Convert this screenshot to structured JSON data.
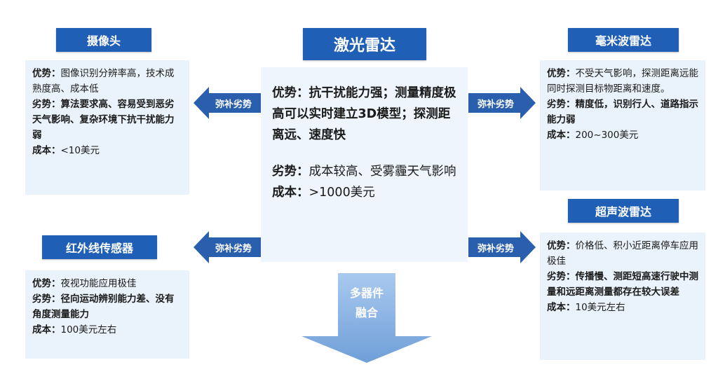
{
  "center": {
    "title": "激光雷达",
    "adv_label": "优势：",
    "adv_text": "抗干扰能力强；测量精度极高可以实时建立3D模型；探测距离远、速度快",
    "dis_label": "劣势：",
    "dis_text": "成本较高、受雾霾天气影响",
    "cost_label": "成本：",
    "cost_text": ">1000美元"
  },
  "camera": {
    "title": "摄像头",
    "adv_label": "优势：",
    "adv_text": "图像识别分辨率高，技术成熟度高、成本低",
    "dis_label": "劣势：",
    "dis_text": "算法要求高、容易受到恶劣天气影响、复杂环境下抗干扰能力弱",
    "cost_label": "成本：",
    "cost_text": "<10美元"
  },
  "infrared": {
    "title": "红外线传感器",
    "adv_label": "优势：",
    "adv_text": "夜视功能应用极佳",
    "dis_label": "劣势：",
    "dis_text": "径向运动辨别能力差、没有角度测量能力",
    "cost_label": "成本：",
    "cost_text": "100美元左右"
  },
  "mmwave": {
    "title": "毫米波雷达",
    "adv_label": "优势：",
    "adv_text": "不受天气影响，探测距离远能同时探测目标物距离和速度。",
    "dis_label": "劣势：",
    "dis_text": "精度低，识别行人、道路指示能力弱",
    "cost_label": "成本：",
    "cost_text": "200~300美元"
  },
  "ultrasonic": {
    "title": "超声波雷达",
    "adv_label": "优势：",
    "adv_text": "价格低、积小近距离停车应用极佳",
    "dis_label": "劣势：",
    "dis_text": "传播慢、测距短高速行驶中测量和远距离测量都存在较大误差",
    "cost_label": "成本：",
    "cost_text": "10美元左右"
  },
  "arrows": {
    "top_left": "弥补劣势",
    "top_right": "弥补劣势",
    "bottom_left": "弥补劣势",
    "bottom_right": "弥补劣势"
  },
  "fusion": {
    "line1": "多器件",
    "line2": "融合"
  },
  "colors": {
    "tag_blue": "#1f5fb5",
    "arrow_blue": "#2a5fae",
    "panel_bg": "#eaf3fb",
    "fusion_arrow": "#8fb8e6"
  }
}
